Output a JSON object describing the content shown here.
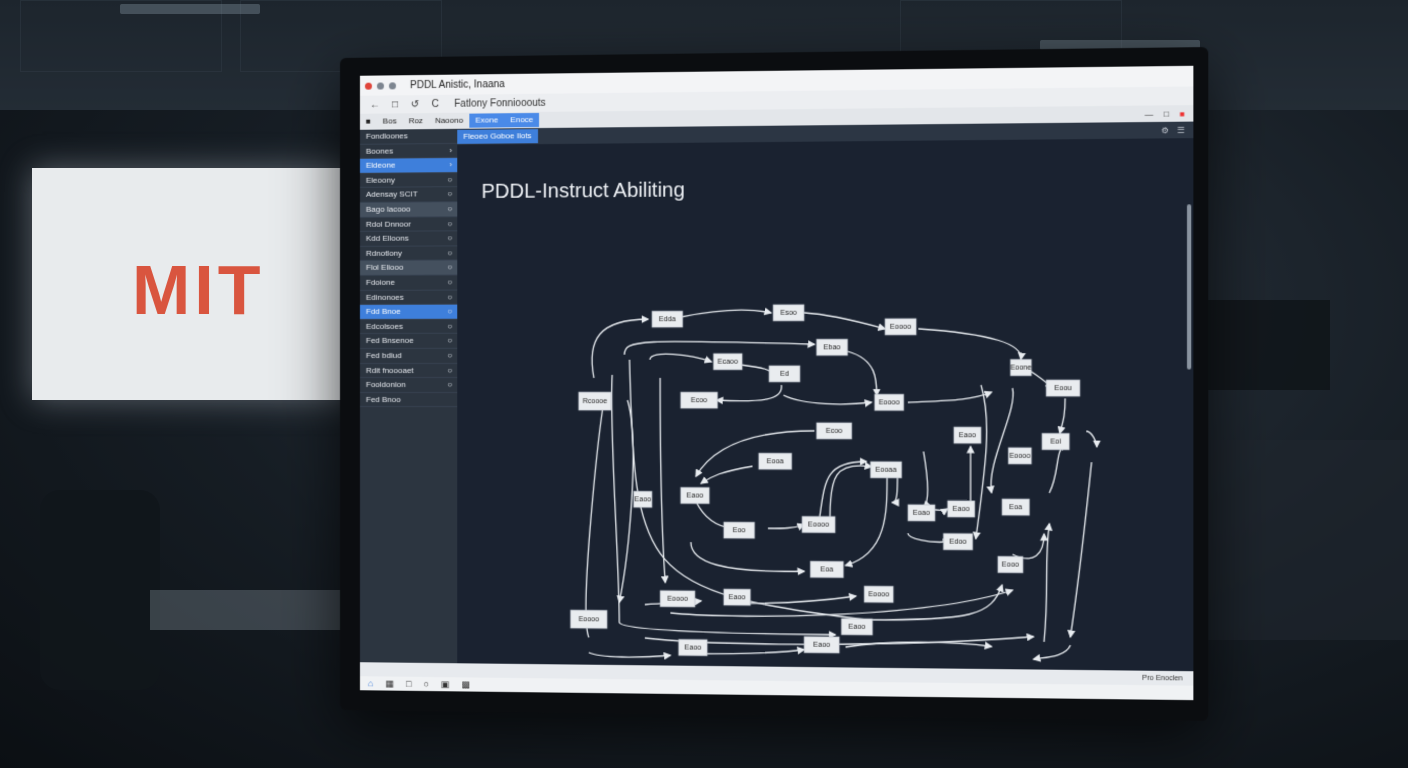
{
  "background": {
    "wall_screen_logo": "MIT"
  },
  "window": {
    "title": "PDDL Anistic, Inaana",
    "nav_path": "Fatlony Fonniooouts",
    "nav_buttons": [
      "back-icon",
      "forward-icon",
      "refresh-icon",
      "reload-icon"
    ],
    "toolbar_items": [
      {
        "label": "Bos",
        "active": false
      },
      {
        "label": "Roz",
        "active": false
      },
      {
        "label": "Naoono",
        "active": false
      },
      {
        "label": "Exone",
        "active": true
      },
      {
        "label": "Enoce",
        "active": true
      }
    ]
  },
  "sidebar": {
    "items": [
      {
        "label": "Fondloones",
        "marker": "",
        "state": "normal"
      },
      {
        "label": "Boones",
        "marker": "›",
        "state": "normal"
      },
      {
        "label": "Eldeone",
        "marker": "›",
        "state": "active"
      },
      {
        "label": "Eleoony",
        "marker": "○",
        "state": "normal"
      },
      {
        "label": "Adensay SCIT",
        "marker": "○",
        "state": "normal"
      },
      {
        "label": "Bago lacooo",
        "marker": "○",
        "state": "alt"
      },
      {
        "label": "Rdol Dnnoor",
        "marker": "○",
        "state": "normal"
      },
      {
        "label": "Kdd Elloons",
        "marker": "○",
        "state": "normal"
      },
      {
        "label": "Rdnotlony",
        "marker": "○",
        "state": "normal"
      },
      {
        "label": "Flol Eliooo",
        "marker": "○",
        "state": "alt"
      },
      {
        "label": "Fdoione",
        "marker": "○",
        "state": "normal"
      },
      {
        "label": "Edinonoes",
        "marker": "○",
        "state": "normal"
      },
      {
        "label": "Fdd Bnoe",
        "marker": "○",
        "state": "active"
      },
      {
        "label": "Edcolsoes",
        "marker": "○",
        "state": "normal"
      },
      {
        "label": "Fed Bnsenoe",
        "marker": "○",
        "state": "normal"
      },
      {
        "label": "Fed bdiud",
        "marker": "○",
        "state": "normal"
      },
      {
        "label": "Rdit fnoooaet",
        "marker": "○",
        "state": "normal"
      },
      {
        "label": "Fooldonion",
        "marker": "○",
        "state": "normal"
      },
      {
        "label": "Fed Bnoo",
        "marker": "",
        "state": "normal"
      }
    ]
  },
  "content": {
    "tab_label": "Fleoeo Goboe Ilots",
    "title": "PDDL-Instruct Abiliting",
    "nodes": [
      {
        "id": "n1",
        "label": "Rcoooe"
      },
      {
        "id": "n2",
        "label": "Edda"
      },
      {
        "id": "n3",
        "label": "Esoo"
      },
      {
        "id": "n4",
        "label": "Eoooo"
      },
      {
        "id": "n5",
        "label": "Ebao"
      },
      {
        "id": "n6",
        "label": "Ecaoo"
      },
      {
        "id": "n7",
        "label": "Ed"
      },
      {
        "id": "n8",
        "label": "Ecoo"
      },
      {
        "id": "n9",
        "label": "Eoooo"
      },
      {
        "id": "n10",
        "label": "Ecoo"
      },
      {
        "id": "n11",
        "label": "Eoone"
      },
      {
        "id": "n12",
        "label": "Eoou"
      },
      {
        "id": "n13",
        "label": "Eaoo"
      },
      {
        "id": "n14",
        "label": "Eoi"
      },
      {
        "id": "n15",
        "label": "Eooa"
      },
      {
        "id": "n16",
        "label": "Eooaa"
      },
      {
        "id": "n17",
        "label": "Eoooo"
      },
      {
        "id": "n18",
        "label": "Eaoo"
      },
      {
        "id": "n19",
        "label": "Eaoo"
      },
      {
        "id": "n20",
        "label": "Eoao"
      },
      {
        "id": "n21",
        "label": "Eaoo"
      },
      {
        "id": "n22",
        "label": "Eoa"
      },
      {
        "id": "n23",
        "label": "Eoo"
      },
      {
        "id": "n24",
        "label": "Eoooo"
      },
      {
        "id": "n25",
        "label": "Edoo"
      },
      {
        "id": "n26",
        "label": "Eoa"
      },
      {
        "id": "n27",
        "label": "Eooo"
      },
      {
        "id": "n28",
        "label": "Eoooo"
      },
      {
        "id": "n29",
        "label": "Eaoo"
      },
      {
        "id": "n30",
        "label": "Eoooo"
      },
      {
        "id": "n31",
        "label": "Eoooo"
      },
      {
        "id": "n32",
        "label": "Eaoo"
      },
      {
        "id": "n33",
        "label": "Eaoo"
      },
      {
        "id": "n34",
        "label": "Eaoo"
      }
    ]
  },
  "statusbar": {
    "text": "Pro Enoclen"
  },
  "colors": {
    "accent": "#3e7fdb",
    "screen_bg": "#1a2230",
    "node_fill": "#e9ecef",
    "edge": "#e8ecf0",
    "logo_red": "#d9553f"
  }
}
